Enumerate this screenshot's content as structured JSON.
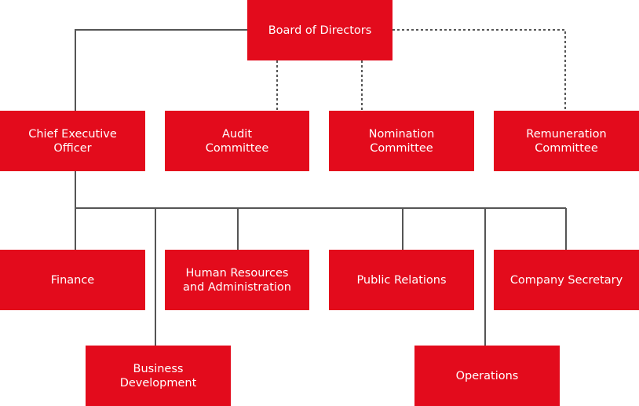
{
  "colors": {
    "box_fill": "#e30b1c",
    "box_text": "#ffffff",
    "solid_line": "#555555",
    "dotted_line": "#555555"
  },
  "board": {
    "label": "Board of Directors"
  },
  "committees": {
    "ceo": "Chief Executive\nOfficer",
    "audit": "Audit\nCommittee",
    "nomination": "Nomination\nCommittee",
    "remuneration": "Remuneration\nCommittee"
  },
  "departments": {
    "finance": "Finance",
    "hra": "Human Resources\nand Administration",
    "pr": "Public Relations",
    "secretary": "Company Secretary",
    "bizdev": "Business\nDevelopment",
    "operations": "Operations"
  }
}
